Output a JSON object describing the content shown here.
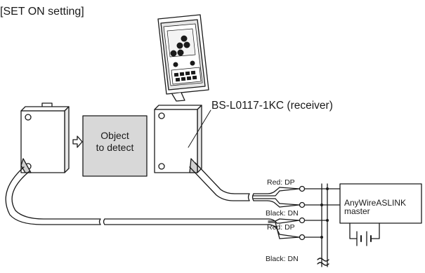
{
  "title": "[SET ON setting]",
  "object_label": "Object\nto detect",
  "receiver_label": "BS-L0117-1KC (receiver)",
  "master_label": "AnyWireASLINK\nmaster",
  "wires": {
    "upper_red": "Red: DP",
    "upper_black": "Black: DN",
    "lower_red": "Red: DP",
    "lower_black": "Black: DN"
  },
  "colors": {
    "line": "#1a1a1a",
    "object_fill": "#d8d8d8",
    "panel_fill": "#e6e6e6"
  }
}
